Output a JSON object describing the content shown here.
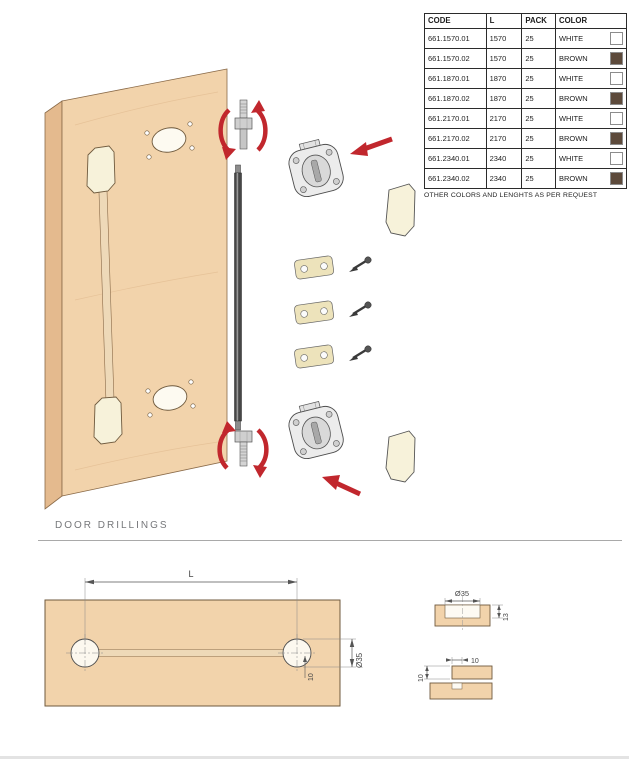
{
  "table": {
    "headers": [
      "CODE",
      "L",
      "PACK",
      "COLOR"
    ],
    "rows": [
      {
        "code": "661.1570.01",
        "length": "1570",
        "pack": "25",
        "color": "WHITE",
        "swatch": "#ffffff"
      },
      {
        "code": "661.1570.02",
        "length": "1570",
        "pack": "25",
        "color": "BROWN",
        "swatch": "#5d4a3b"
      },
      {
        "code": "661.1870.01",
        "length": "1870",
        "pack": "25",
        "color": "WHITE",
        "swatch": "#ffffff"
      },
      {
        "code": "661.1870.02",
        "length": "1870",
        "pack": "25",
        "color": "BROWN",
        "swatch": "#5d4a3b"
      },
      {
        "code": "661.2170.01",
        "length": "2170",
        "pack": "25",
        "color": "WHITE",
        "swatch": "#ffffff"
      },
      {
        "code": "661.2170.02",
        "length": "2170",
        "pack": "25",
        "color": "BROWN",
        "swatch": "#5d4a3b"
      },
      {
        "code": "661.2340.01",
        "length": "2340",
        "pack": "25",
        "color": "WHITE",
        "swatch": "#ffffff"
      },
      {
        "code": "661.2340.02",
        "length": "2340",
        "pack": "25",
        "color": "BROWN",
        "swatch": "#5d4a3b"
      }
    ],
    "note": "OTHER COLORS AND LENGHTS AS PER REQUEST"
  },
  "sections": {
    "door_drillings": "DOOR DRILLINGS"
  },
  "drilling": {
    "length_label": "L",
    "hole_diameter": "Ø35",
    "groove_offset": "10",
    "section_hole_diameter": "Ø35",
    "section_hole_depth": "13",
    "section_groove_width": "10",
    "section_groove_depth": "10"
  },
  "colors": {
    "wood": "#f2d3ab",
    "wood-side": "#e4ba8e",
    "wood-groove": "#eed9b8",
    "cream": "#f7f2da",
    "brass": "#ede3bb",
    "red": "#c1272d"
  }
}
